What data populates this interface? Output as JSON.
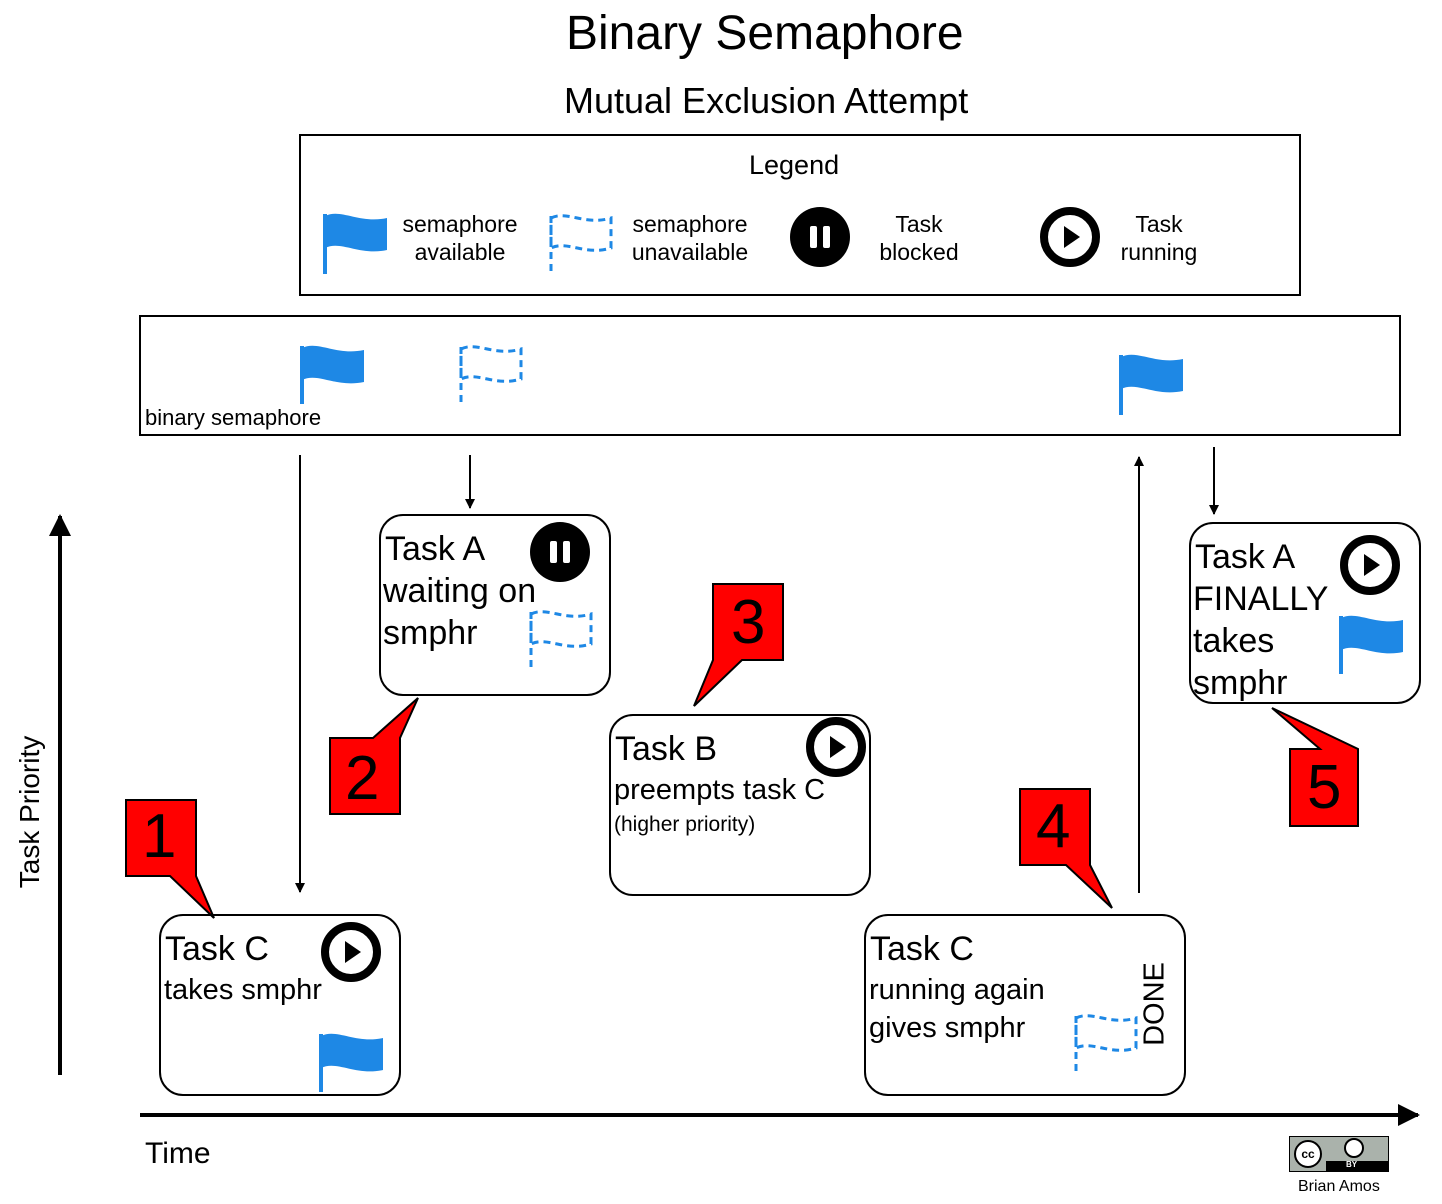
{
  "title": "Binary Semaphore",
  "subtitle": "Mutual Exclusion Attempt",
  "legend": {
    "heading": "Legend",
    "items": [
      {
        "icon": "flag-solid-icon",
        "line1": "semaphore",
        "line2": "available"
      },
      {
        "icon": "flag-dashed-icon",
        "line1": "semaphore",
        "line2": "unavailable"
      },
      {
        "icon": "pause-icon",
        "line1": "Task",
        "line2": "blocked"
      },
      {
        "icon": "play-icon",
        "line1": "Task",
        "line2": "running"
      }
    ]
  },
  "semaphore_lane": {
    "label": "binary semaphore"
  },
  "axes": {
    "y_label": "Task Priority",
    "x_label": "Time"
  },
  "steps": [
    {
      "number": "1",
      "line1": "Task C",
      "line2": "takes smphr"
    },
    {
      "number": "2",
      "line1": "Task A",
      "line2": "waiting on",
      "line3": "smphr"
    },
    {
      "number": "3",
      "line1": "Task B",
      "line2": "preempts task C",
      "line3": "(higher priority)"
    },
    {
      "number": "4",
      "line1": "Task C",
      "line2": "running again",
      "line3": "gives smphr",
      "side": "DONE"
    },
    {
      "number": "5",
      "line1": "Task A",
      "line2": "FINALLY",
      "line3": "takes",
      "line4": "smphr"
    }
  ],
  "license": {
    "badge_left": "cc",
    "badge_right": "BY",
    "author": "Brian Amos"
  },
  "colors": {
    "flag": "#1e88e5",
    "callout": "#ff0000",
    "stroke": "#000000"
  }
}
